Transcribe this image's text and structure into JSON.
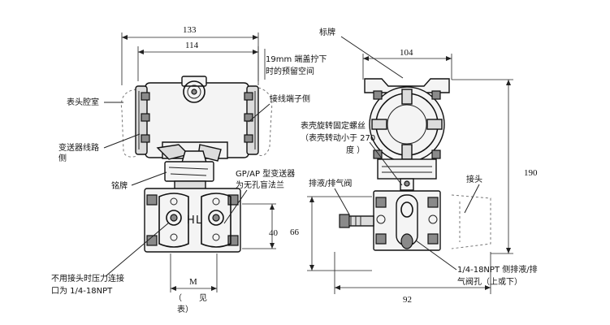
{
  "front_view": {
    "dims": {
      "overall_width": "133",
      "body_width": "114",
      "flange_height": "40",
      "m": "M",
      "m_note_open": "（",
      "m_note_see": "见",
      "m_note_close": "表）"
    },
    "labels": {
      "terminal_clearance_line1": "19mm 端盖拧下",
      "terminal_clearance_line2": "时的预留空间",
      "meter_housing": "表头腔室",
      "terminal_side": "接线端子侧",
      "circuit_side_line1": "变送器线路",
      "circuit_side_line2": "侧",
      "nameplate": "铭牌",
      "gp_ap_line1": "GP/AP 型变送器",
      "gp_ap_line2": "为无孔盲法兰",
      "unused_port_line1": "不用接头时压力连接",
      "unused_port_line2": "口为 1/4-18NPT",
      "h_mark": "H",
      "l_mark": "L"
    }
  },
  "side_view": {
    "dims": {
      "head_width": "104",
      "overall_height": "190",
      "lower_height": "66",
      "depth": "92"
    },
    "labels": {
      "tag_plate": "标牌",
      "rotation_screw": "表壳旋转固定螺丝",
      "rotation_limit_line1": "（表壳转动小于 270",
      "rotation_limit_line2": "度 ）",
      "vent_valve": "排液/排气阀",
      "connector": "接头",
      "side_vent_line1": "1/4-18NPT 侧排液/排",
      "side_vent_line2": "气阀孔（上或下）"
    }
  }
}
